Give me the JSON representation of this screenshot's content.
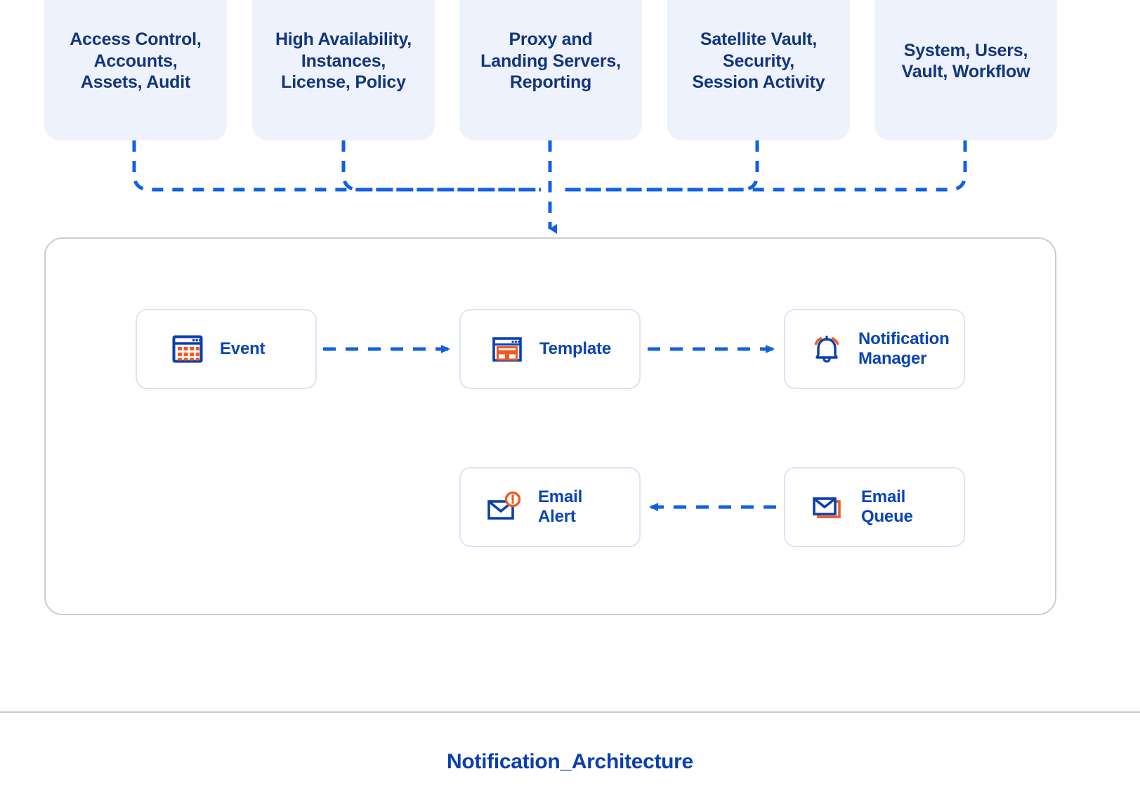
{
  "diagram": {
    "title": "Notification_Architecture",
    "colors": {
      "card_background": "#eef2fc",
      "card_text": "#12357f",
      "node_border": "#dde4f2",
      "node_text": "#0b44b5",
      "container_border": "#c9cdd3",
      "connector_blue": "#1060e8",
      "icon_blue": "#0b3fb0",
      "icon_orange": "#f05a22",
      "footer_divider": "#c9cacc",
      "footer_title": "#0b3fb0"
    },
    "sources": [
      {
        "id": "access-control",
        "label": "Access Control,\nAccounts,\nAssets, Audit"
      },
      {
        "id": "high-availability",
        "label": "High Availability,\nInstances,\nLicense, Policy"
      },
      {
        "id": "proxy-landing",
        "label": "Proxy and\nLanding Servers,\nReporting"
      },
      {
        "id": "satellite-vault",
        "label": "Satellite Vault,\nSecurity,\nSession Activity"
      },
      {
        "id": "system-users",
        "label": "System, Users,\nVault, Workflow"
      }
    ],
    "nodes": [
      {
        "id": "event",
        "label": "Event",
        "icon": "calendar-grid-icon"
      },
      {
        "id": "template",
        "label": "Template",
        "icon": "browser-template-icon"
      },
      {
        "id": "notification-manager",
        "label": "Notification\nManager",
        "icon": "ringing-bell-icon"
      },
      {
        "id": "email-alert",
        "label": "Email\nAlert",
        "icon": "envelope-alert-icon"
      },
      {
        "id": "email-queue",
        "label": "Email\nQueue",
        "icon": "envelope-stack-icon"
      }
    ],
    "flows": [
      {
        "id": "event-to-template",
        "from": "event",
        "to": "template",
        "style": "dashed-arrow"
      },
      {
        "id": "template-to-notification-manager",
        "from": "template",
        "to": "notification-manager",
        "style": "dashed-arrow"
      },
      {
        "id": "email-queue-to-email-alert",
        "from": "email-queue",
        "to": "email-alert",
        "style": "dashed-arrow"
      },
      {
        "id": "sources-to-container",
        "from": "sources-bus",
        "to": "notification-container",
        "style": "dashed-arrow"
      }
    ]
  }
}
